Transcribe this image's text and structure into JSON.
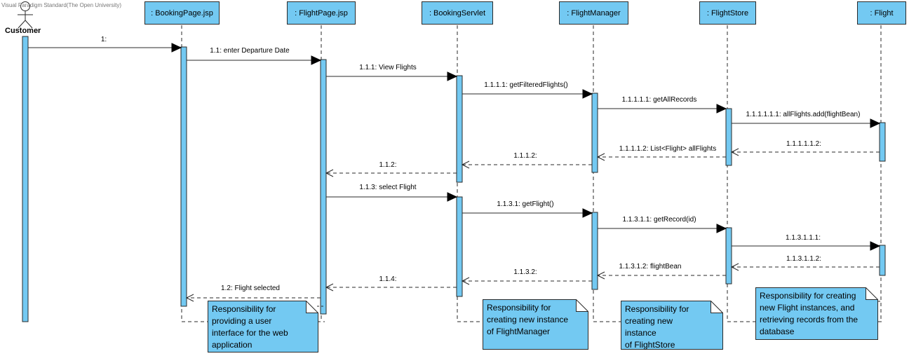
{
  "watermark": "Visual Paradigm Standard(The Open University)",
  "actor": {
    "label": "Customer"
  },
  "lifelines": [
    {
      "id": "booking-page",
      "label": ": BookingPage.jsp"
    },
    {
      "id": "flight-page",
      "label": ": FlightPage.jsp"
    },
    {
      "id": "booking-servlet",
      "label": ": BookingServlet"
    },
    {
      "id": "flight-manager",
      "label": ": FlightManager"
    },
    {
      "id": "flight-store",
      "label": ": FlightStore"
    },
    {
      "id": "flight",
      "label": ": Flight"
    }
  ],
  "messages": [
    {
      "label": "1:",
      "from": "customer",
      "to": "booking-page",
      "kind": "call"
    },
    {
      "label": "1.1: enter Departure Date",
      "from": "booking-page",
      "to": "flight-page",
      "kind": "call"
    },
    {
      "label": "1.1.1: View Flights",
      "from": "flight-page",
      "to": "booking-servlet",
      "kind": "call"
    },
    {
      "label": "1.1.1.1: getFilteredFlights()",
      "from": "booking-servlet",
      "to": "flight-manager",
      "kind": "call"
    },
    {
      "label": "1.1.1.1.1: getAllRecords",
      "from": "flight-manager",
      "to": "flight-store",
      "kind": "call"
    },
    {
      "label": "1.1.1.1.1.1: allFlights.add(flightBean)",
      "from": "flight-store",
      "to": "flight",
      "kind": "call"
    },
    {
      "label": "1.1.1.1.1.2:",
      "from": "flight",
      "to": "flight-store",
      "kind": "return"
    },
    {
      "label": "1.1.1.1.2: List<Flight> allFlights",
      "from": "flight-store",
      "to": "flight-manager",
      "kind": "return"
    },
    {
      "label": "1.1.1.2:",
      "from": "flight-manager",
      "to": "booking-servlet",
      "kind": "return"
    },
    {
      "label": "1.1.2:",
      "from": "booking-servlet",
      "to": "flight-page",
      "kind": "return"
    },
    {
      "label": "1.1.3: select Flight",
      "from": "flight-page",
      "to": "booking-servlet",
      "kind": "call"
    },
    {
      "label": "1.1.3.1: getFlight()",
      "from": "booking-servlet",
      "to": "flight-manager",
      "kind": "call"
    },
    {
      "label": "1.1.3.1.1: getRecord(id)",
      "from": "flight-manager",
      "to": "flight-store",
      "kind": "call"
    },
    {
      "label": "1.1.3.1.1.1:",
      "from": "flight-store",
      "to": "flight",
      "kind": "call"
    },
    {
      "label": "1.1.3.1.1.2:",
      "from": "flight",
      "to": "flight-store",
      "kind": "return"
    },
    {
      "label": "1.1.3.1.2: flightBean",
      "from": "flight-store",
      "to": "flight-manager",
      "kind": "return"
    },
    {
      "label": "1.1.3.2:",
      "from": "flight-manager",
      "to": "booking-servlet",
      "kind": "return"
    },
    {
      "label": "1.1.4:",
      "from": "booking-servlet",
      "to": "flight-page",
      "kind": "return"
    },
    {
      "label": "1.2: Flight selected",
      "from": "flight-page",
      "to": "booking-page",
      "kind": "return"
    }
  ],
  "notes": [
    {
      "text": "Responsibility for\nproviding a user\ninterface for the web\napplication"
    },
    {
      "text": "Responsibility for\ncreating new instance\nof FlightManager"
    },
    {
      "text": "Responsibility for\ncreating new\ninstance\nof  FlightStore"
    },
    {
      "text": "Responsibility for creating\nnew Flight instances, and\nretrieving records from the\ndatabase"
    }
  ],
  "colors": {
    "fill": "#73c9f2",
    "stroke": "#2a2a2a",
    "background": "#ffffff"
  }
}
